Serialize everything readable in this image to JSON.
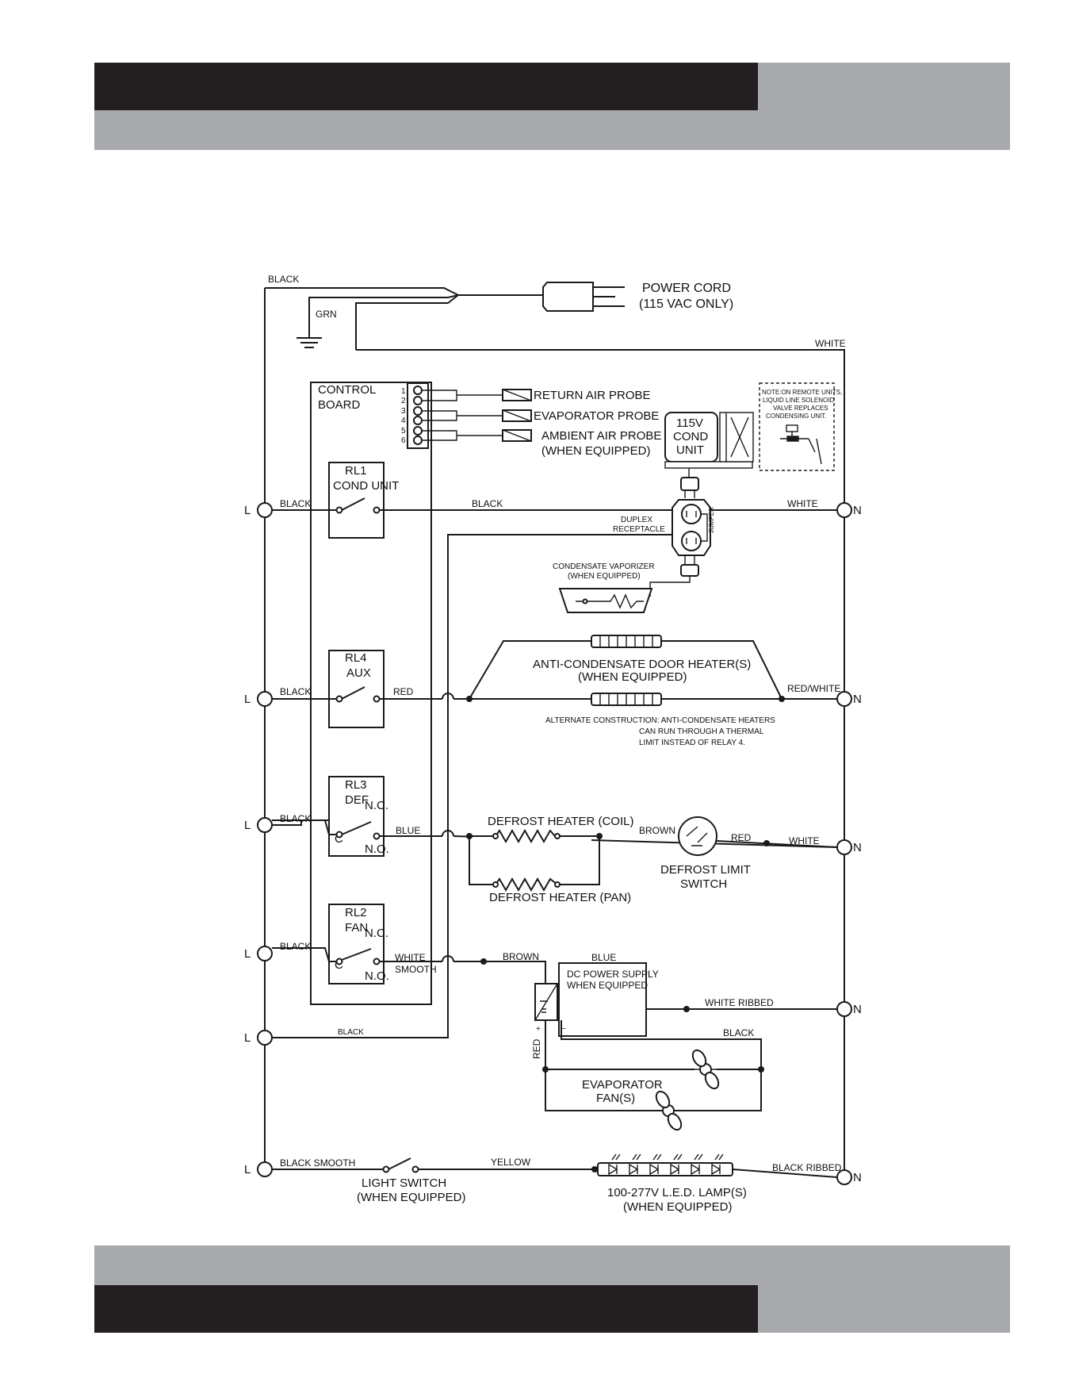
{
  "header": {
    "dark_color": "#231f20",
    "grey_color": "#a7a9ac"
  },
  "labels": {
    "power_cord": "POWER CORD",
    "power_cord_note": "(115 VAC ONLY)",
    "control_board_1": "CONTROL",
    "control_board_2": "BOARD",
    "return_air_probe": "RETURN AIR PROBE",
    "evaporator_probe": "EVAPORATOR PROBE",
    "ambient_air_probe": "AMBIENT AIR PROBE",
    "when_equipped": "(WHEN EQUIPPED)",
    "cond_unit_1": "115V",
    "cond_unit_2": "COND",
    "cond_unit_3": "UNIT",
    "remote_note_1": "NOTE:ON REMOTE UNITS,",
    "remote_note_2": "LIQUID LINE SOLENOID",
    "remote_note_3": "VALVE REPLACES",
    "remote_note_4": "CONDENSING UNIT.",
    "rl1_1": "RL1",
    "rl1_2": "COND UNIT",
    "duplex_1": "DUPLEX",
    "duplex_2": "RECEPTACLE",
    "jumper": "JUMPER",
    "vaporizer_1": "CONDENSATE VAPORIZER",
    "vaporizer_2": "(WHEN EQUIPPED)",
    "rl4_1": "RL4",
    "rl4_2": "AUX",
    "door_heater_1": "ANTI-CONDENSATE DOOR HEATER(S)",
    "door_heater_2": "(WHEN EQUIPPED)",
    "alt_1": "ALTERNATE CONSTRUCTION: ANTI-CONDENSATE HEATERS",
    "alt_2": "CAN RUN THROUGH A THERMAL",
    "alt_3": "LIMIT INSTEAD OF RELAY 4.",
    "rl3_1": "RL3",
    "rl3_2": "DEF",
    "nc": "N.C.",
    "c": "C",
    "no": "N.O.",
    "defrost_coil": "DEFROST HEATER (COIL)",
    "defrost_pan": "DEFROST HEATER (PAN)",
    "limit_1": "DEFROST LIMIT",
    "limit_2": "SWITCH",
    "rl2_1": "RL2",
    "rl2_2": "FAN",
    "dc_1": "DC POWER SUPPLY",
    "dc_2": "WHEN EQUIPPED",
    "plus": "+",
    "minus": "−",
    "fan_1": "EVAPORATOR",
    "fan_2": "FAN(S)",
    "light_1": "LIGHT SWITCH",
    "light_2": "(WHEN EQUIPPED)",
    "lamp_1": "100-277V L.E.D. LAMP(S)",
    "lamp_2": "(WHEN EQUIPPED)",
    "L": "L",
    "N": "N"
  },
  "wires": {
    "black": "BLACK",
    "grn": "GRN",
    "white": "WHITE",
    "red": "RED",
    "red_white": "RED/WHITE",
    "blue": "BLUE",
    "brown": "BROWN",
    "white_1": "WHITE",
    "smooth": "SMOOTH",
    "white_ribbed": "WHITE RIBBED",
    "black_smooth": "BLACK SMOOTH",
    "yellow": "YELLOW",
    "black_ribbed": "BLACK RIBBED"
  },
  "terminals": [
    "1",
    "2",
    "3",
    "4",
    "5",
    "6"
  ]
}
